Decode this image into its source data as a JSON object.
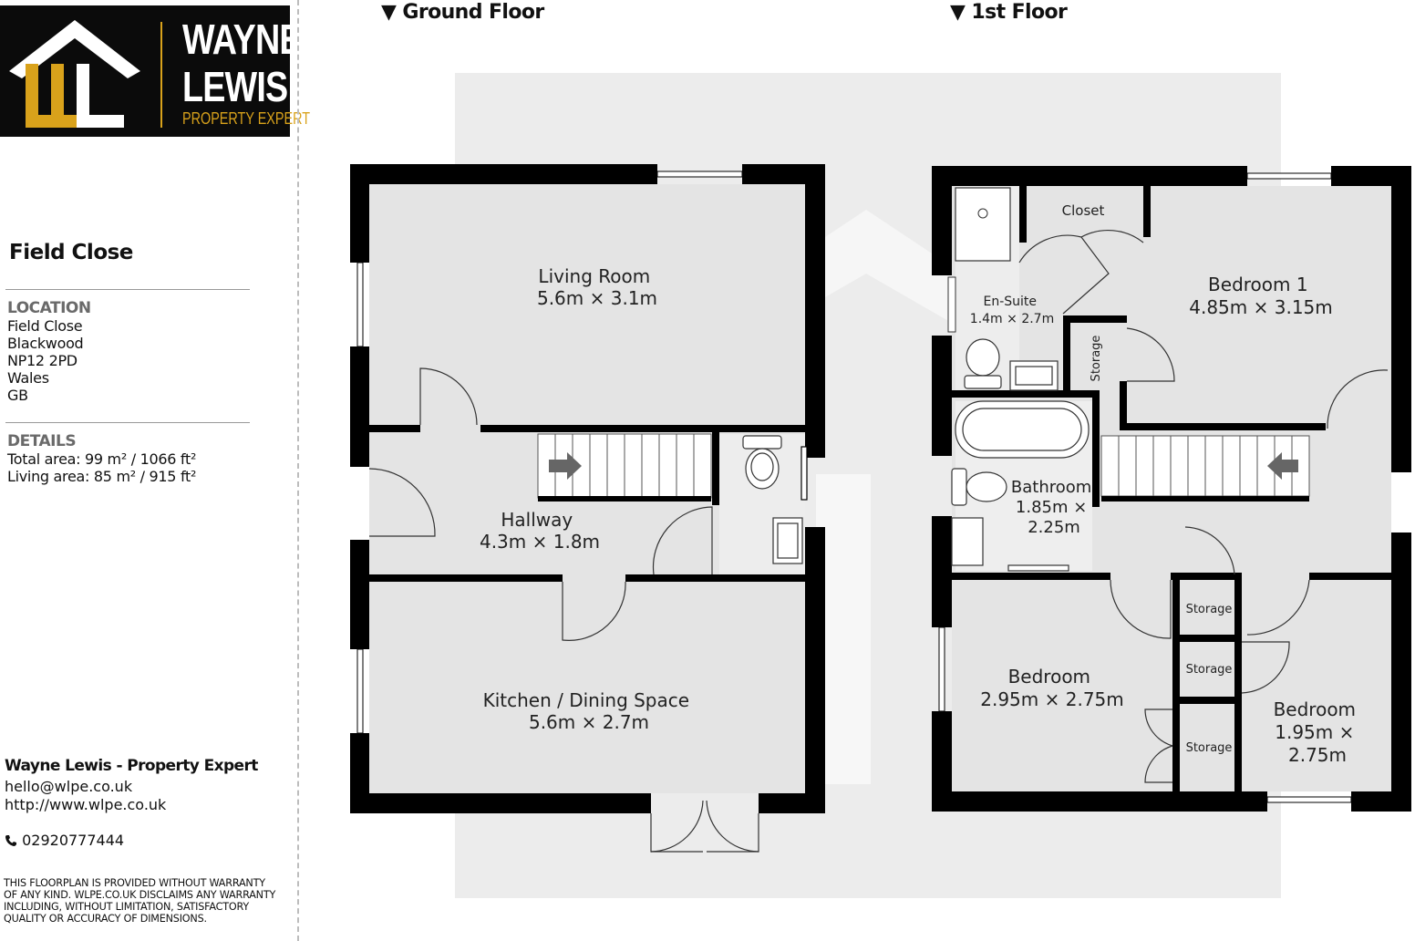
{
  "brand": {
    "line1": "WAYNE",
    "line2": "LEWIS",
    "tagline": "PROPERTY EXPERT",
    "colors": {
      "accent": "#d9a21b",
      "background": "#0b0b0b"
    }
  },
  "property": {
    "title": "Field Close",
    "location_label": "LOCATION",
    "location_lines": [
      "Field Close",
      "Blackwood",
      "NP12 2PD",
      "Wales",
      "GB"
    ],
    "details_label": "DETAILS",
    "details_lines": [
      "Total area: 99 m² / 1066 ft²",
      "Living area: 85 m² / 915 ft²"
    ]
  },
  "contact": {
    "name": "Wayne Lewis - Property Expert",
    "email": "hello@wlpe.co.uk",
    "website": "http://www.wlpe.co.uk",
    "phone": "02920777444",
    "phone_icon": "phone-icon"
  },
  "disclaimer": "THIS FLOORPLAN IS PROVIDED WITHOUT WARRANTY OF ANY KIND. WLPE.CO.UK DISCLAIMS ANY WARRANTY INCLUDING, WITHOUT LIMITATION, SATISFACTORY QUALITY OR ACCURACY OF DIMENSIONS.",
  "floors": {
    "ground": {
      "title": "Ground Floor",
      "rooms": {
        "living": [
          "Living Room",
          "5.6m × 3.1m"
        ],
        "hallway": [
          "Hallway",
          "4.3m × 1.8m"
        ],
        "kitchen": [
          "Kitchen / Dining Space",
          "5.6m × 2.7m"
        ]
      }
    },
    "first": {
      "title": "1st Floor",
      "rooms": {
        "closet": [
          "Closet"
        ],
        "ensuite": [
          "En-Suite",
          "1.4m × 2.7m"
        ],
        "bedroom1": [
          "Bedroom 1",
          "4.85m × 3.15m"
        ],
        "storage_a": [
          "Storage"
        ],
        "bathroom": [
          "Bathroom",
          "1.85m ×",
          "2.25m"
        ],
        "storage_b": [
          "Storage"
        ],
        "storage_c": [
          "Storage"
        ],
        "storage_d": [
          "Storage"
        ],
        "bedroom2": [
          "Bedroom",
          "2.95m × 2.75m"
        ],
        "bedroom3": [
          "Bedroom",
          "1.95m ×",
          "2.75m"
        ]
      }
    }
  }
}
